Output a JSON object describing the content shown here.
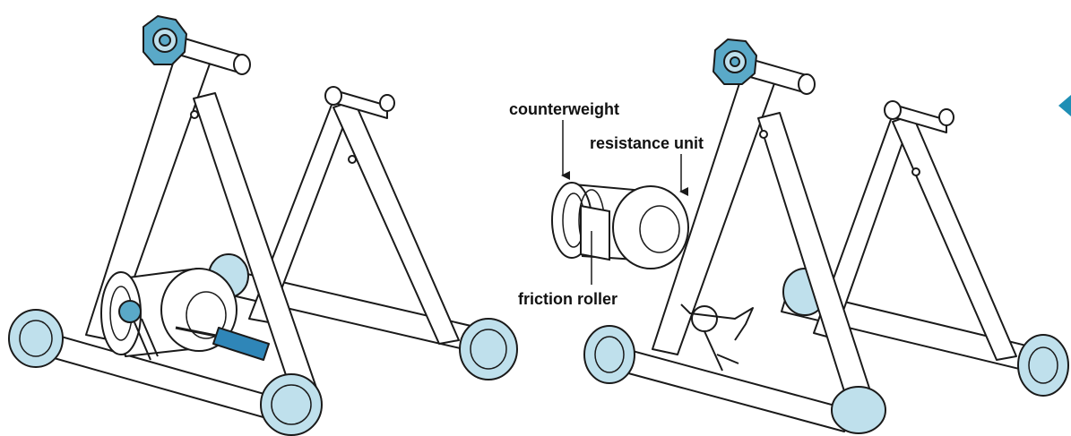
{
  "labels": {
    "counterweight": "counterweight",
    "resistance_unit": "resistance unit",
    "friction_roller": "friction roller"
  },
  "colors": {
    "outline": "#1a1a1a",
    "frame_fill": "#ffffff",
    "foot_fill": "#bfe0ec",
    "knob_fill": "#5aa9c8",
    "screwdriver_handle": "#2f86b8",
    "nav_arrow": "#1f8fb5"
  },
  "icons": {
    "nav": "triangle-left-icon"
  }
}
